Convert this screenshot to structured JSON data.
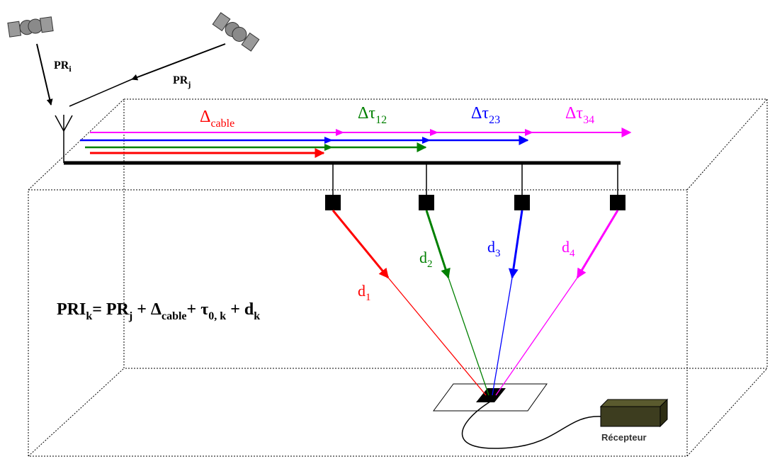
{
  "colors": {
    "red": "#ff0000",
    "green": "#008000",
    "blue": "#0000ff",
    "magenta": "#ff00ff",
    "black": "#000000",
    "receiver_box": "#3d3d1f",
    "receiver_label": "#333333"
  },
  "satellites": {
    "left": {
      "icon": "satellite-icon",
      "label_main": "PR",
      "label_sub": "i"
    },
    "right": {
      "icon": "satellite-icon",
      "label_main": "PR",
      "label_sub": "j"
    }
  },
  "cable": {
    "delta_cable": {
      "symbol": "Δ",
      "sub": "cable"
    },
    "delta_tau_12": {
      "symbol": "Δτ",
      "sub": "12"
    },
    "delta_tau_23": {
      "symbol": "Δτ",
      "sub": "23"
    },
    "delta_tau_34": {
      "symbol": "Δτ",
      "sub": "34"
    }
  },
  "distances": [
    {
      "main": "d",
      "sub": "1"
    },
    {
      "main": "d",
      "sub": "2"
    },
    {
      "main": "d",
      "sub": "3"
    },
    {
      "main": "d",
      "sub": "4"
    }
  ],
  "formula": {
    "lhs_main": "PRI",
    "lhs_sub": "k",
    "eq_pr": "= PR",
    "eq_pr_sub": "j",
    "plus1": " + Δ",
    "cable_sub": "cable",
    "plus2": "+ τ",
    "tau_sub": "0, k",
    "plus3": " + d",
    "d_sub": "k"
  },
  "receiver": {
    "label": "Récepteur",
    "icon": "receiver-box-icon"
  }
}
